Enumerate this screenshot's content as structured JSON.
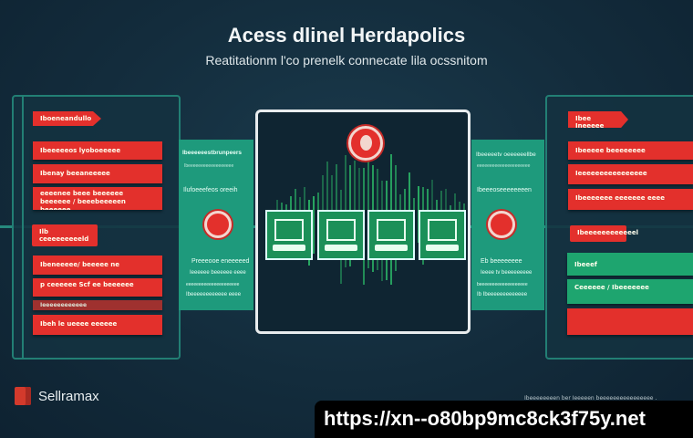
{
  "header": {
    "title": "Acess dlinel Herdapolics",
    "subtitle": "Reatitationm l'co prenelk connecate lila ocssnitom"
  },
  "left_panel": {
    "tag1": "Iboeneandullo",
    "bars1": [
      "Ibeeeeeos lyoboeeeee",
      "Ibenay beeaneeeee",
      "eeeenee beee beeeeee beeeeee / beeebeeeeen beeeeee"
    ],
    "tag2": "Ilb ceeeeeeeeeld",
    "bars2": [
      "Ibeneeeee/ beeeee ne",
      "p ceeeeee Scf ee beeeeee",
      "Ieeeeeeeeeeee",
      "Ibeh le ueeee eeeeee"
    ]
  },
  "left_green": {
    "heading": "Ibeeeeeestbrunpeers",
    "sub": "Ibeeeeeeeeeeeeeeeeee",
    "label": "Ilufoeeefeos oreeih",
    "lines": [
      "Preeeooe eneeeeed",
      "Ieeeeee beeeeee eeee",
      "eeeeeeeeeeeeeeeeeeeee",
      "Ibeeeeeeeeeeee eeee"
    ]
  },
  "right_green": {
    "heading": "Ibeeeeetv oeeeeeellbe",
    "sub": "eeeeeeeeeeeeeeeeeeeee",
    "label": "Ibeeeoseeeeeeeen",
    "lines": [
      "Eb beeeeeeee",
      "Ieeee tv beeeeeeeee",
      "beeeeeeeeeeeeeeeeeee",
      "Ib Ibeeeeeeeeeeeee"
    ]
  },
  "right_panel": {
    "tag1": "Ibee Ineeeee",
    "bars1": [
      "Ibeeeee beeeeeeee",
      "Ieeeeeeeeeeeeeeee",
      "Ibeeeeeee eeeeeee eeee"
    ],
    "tag2": "Ibeeeeeeeeeeeel",
    "green_bars": [
      "Ibeeef",
      "Ceeeeee / Ibeeeeeee"
    ],
    "red_bar": ""
  },
  "brand": {
    "name": "Sellramax"
  },
  "footer_text": "Ibeeeeeeeen ber Ieeeeen beeeeeeeeeeeeeeee .",
  "url": "https://xn--o80bp9mc8ck3f75y.net",
  "colors": {
    "background": "#132c3c",
    "red": "#e3302c",
    "green": "#1e9a7c",
    "teal_line": "#2a9a8a"
  }
}
